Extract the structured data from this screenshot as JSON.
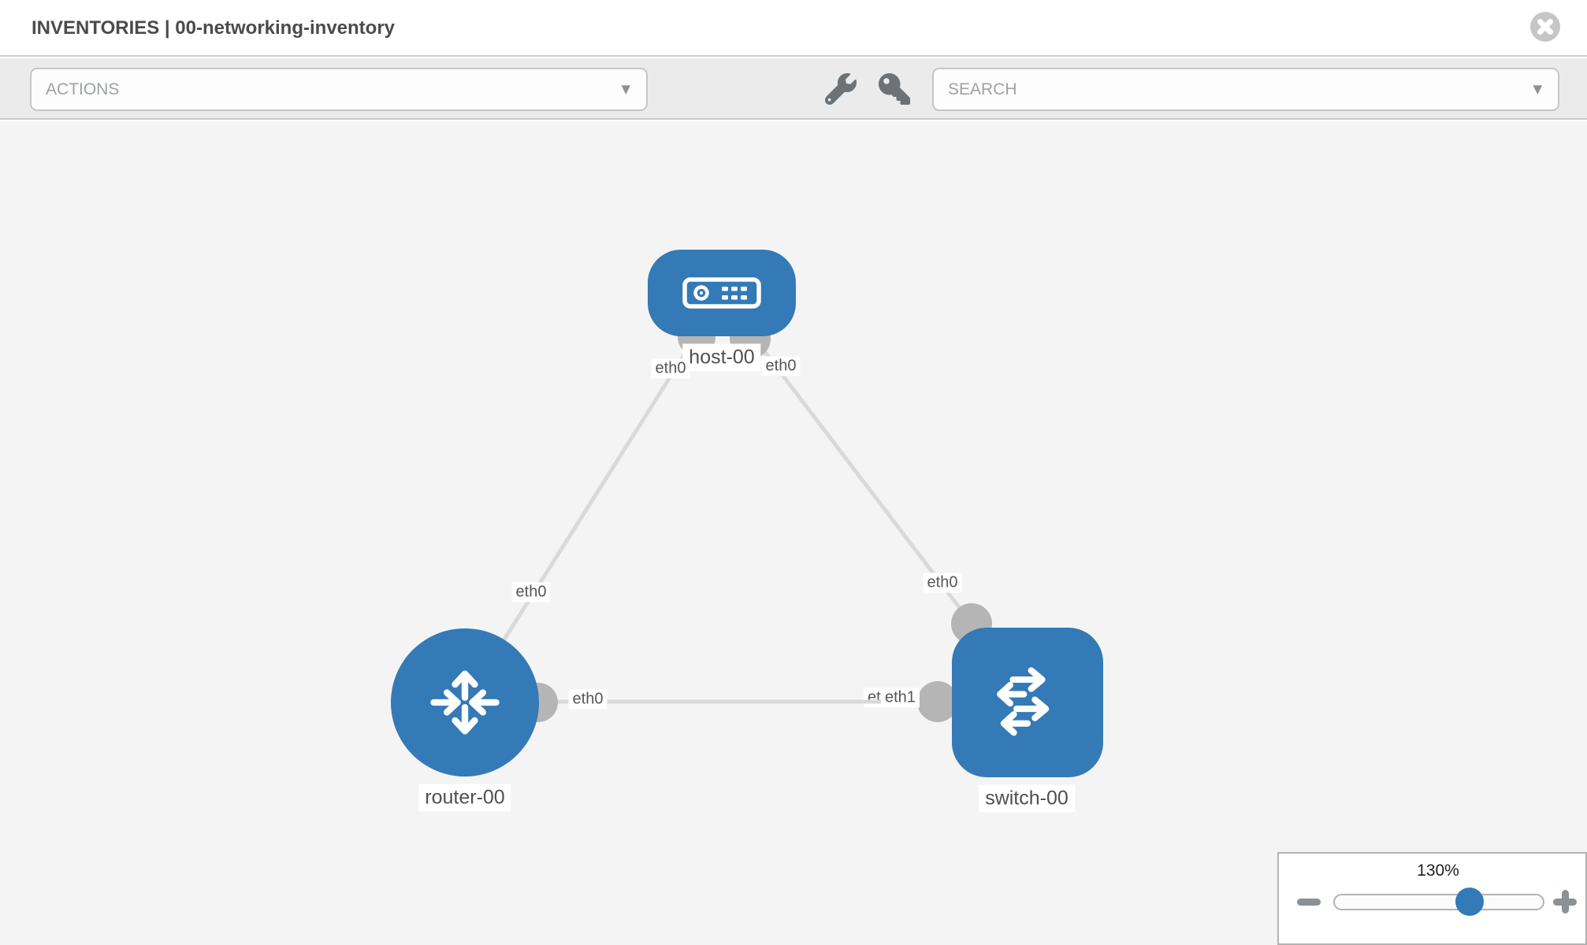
{
  "header": {
    "title": "INVENTORIES | 00-networking-inventory"
  },
  "toolbar": {
    "actions_placeholder": "ACTIONS",
    "search_placeholder": "SEARCH",
    "caret": "▼"
  },
  "icons": {
    "close": "circled-x",
    "wrench": "wrench",
    "key": "key",
    "chevron": "chevron-down",
    "zoom_out": "minus",
    "zoom_in": "plus"
  },
  "topology": {
    "nodes": [
      {
        "id": "host-00",
        "label": "host-00",
        "type": "host",
        "shape": "rounded-rect",
        "icon": "host-appliance-icon"
      },
      {
        "id": "router-00",
        "label": "router-00",
        "type": "router",
        "shape": "circle",
        "icon": "router-arrows-icon"
      },
      {
        "id": "switch-00",
        "label": "switch-00",
        "type": "switch",
        "shape": "rounded-square",
        "icon": "switch-arrows-icon"
      }
    ],
    "links": [
      {
        "from": "host-00",
        "to": "router-00",
        "labels": {
          "host_side": "eth0",
          "router_side": "eth0"
        }
      },
      {
        "from": "host-00",
        "to": "switch-00",
        "labels": {
          "host_side": "eth0",
          "switch_side": "eth0"
        }
      },
      {
        "from": "router-00",
        "to": "switch-00",
        "labels": {
          "router_side": "eth0",
          "switch_side": "eth1",
          "switch_side_overlapped": "eth0"
        }
      }
    ]
  },
  "zoom_control": {
    "level": "130%"
  },
  "colors": {
    "node_blue": "#337ab7",
    "link_gray": "#d9d9d9",
    "connector_gray": "#b5b5b5",
    "canvas_bg": "#f4f4f4",
    "toolbar_bg": "#ebebeb",
    "title_text": "#4c4a4a",
    "placeholder_text": "#9fa2a6"
  }
}
